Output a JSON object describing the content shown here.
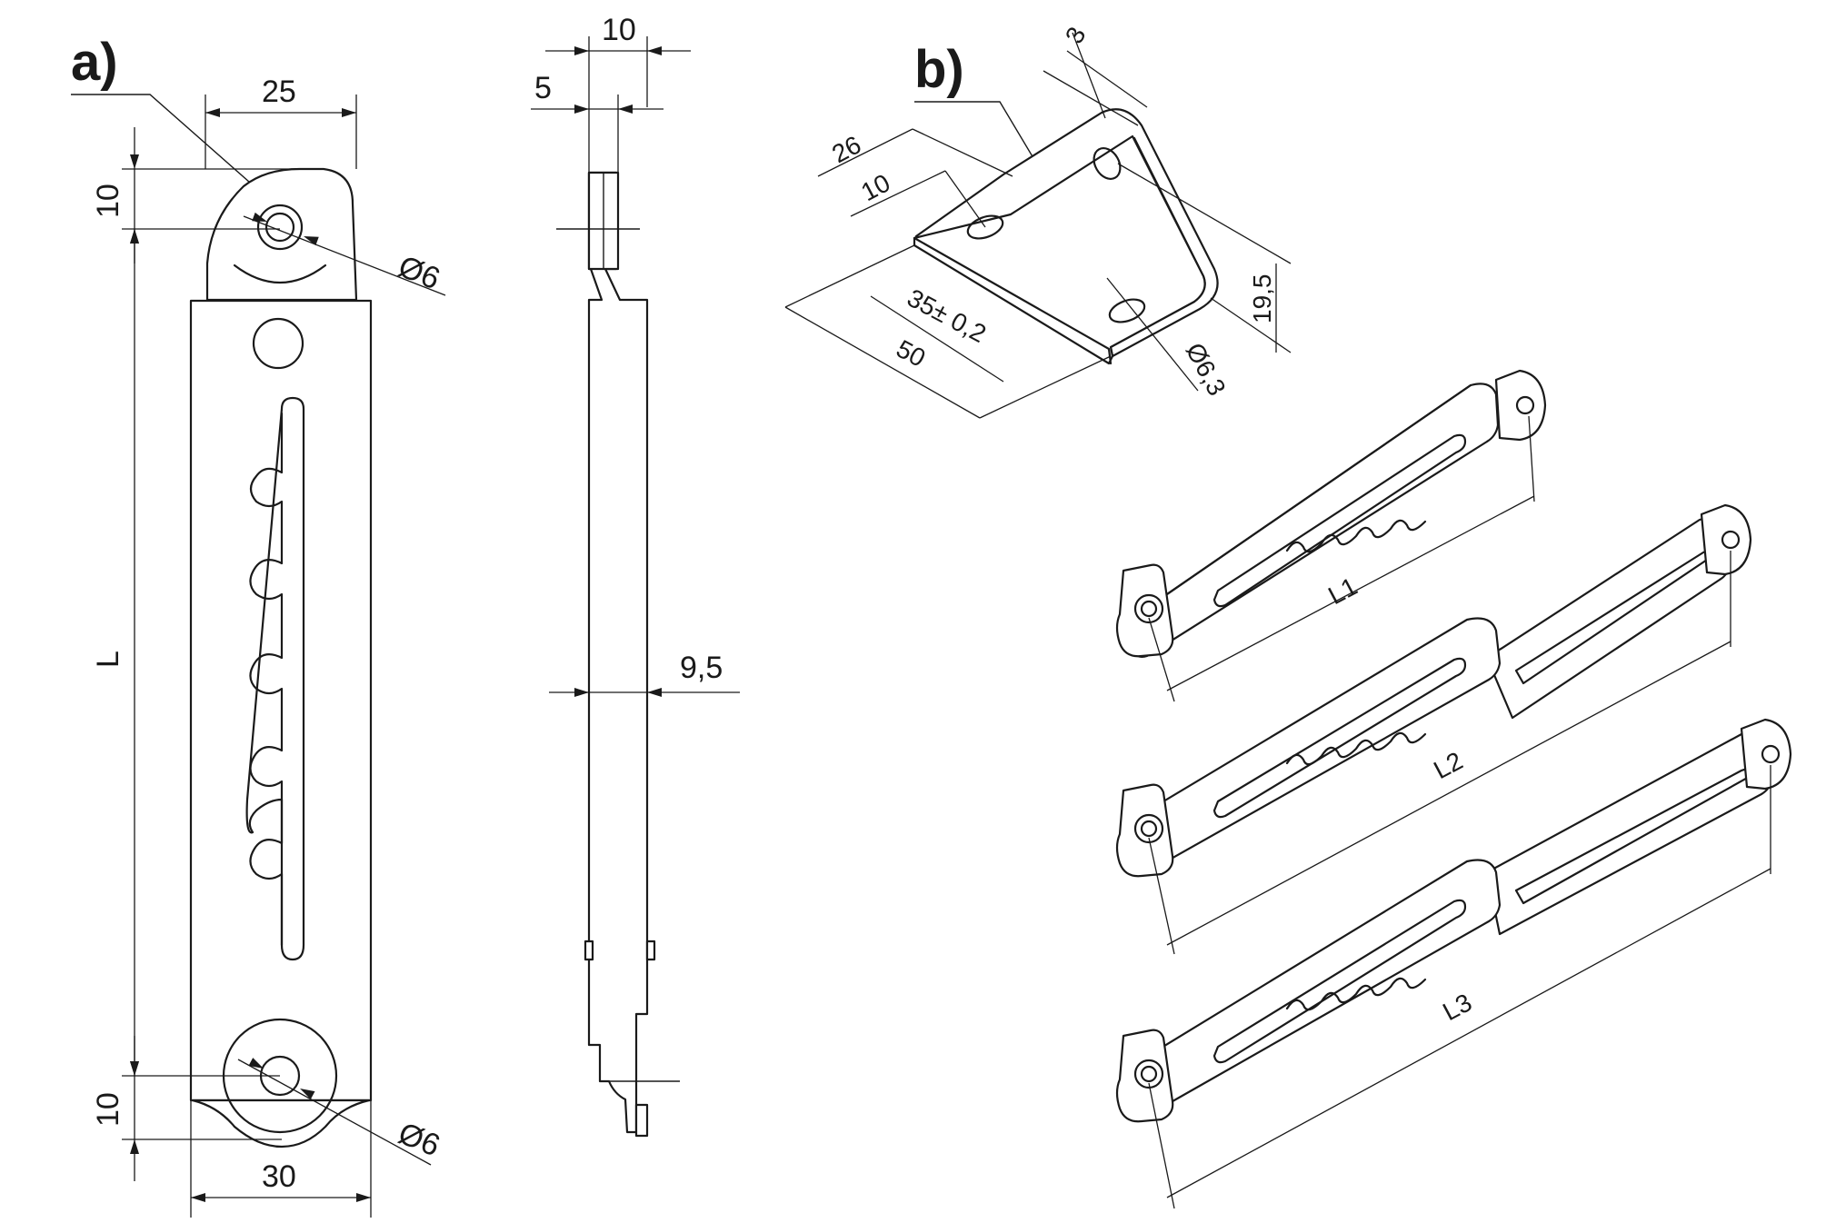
{
  "labels": {
    "a": "a)",
    "b": "b)"
  },
  "front_view": {
    "width_top": "25",
    "top_offset": "10",
    "hole_top": "Ø6",
    "length": "L",
    "bottom_offset": "10",
    "hole_bottom": "Ø6",
    "width_bottom": "30"
  },
  "side_view": {
    "total_thickness": "10",
    "flange_thickness": "5",
    "body_thickness": "9,5"
  },
  "bracket": {
    "thickness": "3",
    "dim_26": "26",
    "dim_10": "10",
    "hole_spacing": "35± 0,2",
    "length": "50",
    "height": "19,5",
    "hole": "Ø6,3"
  },
  "lengths": {
    "l1": "L1",
    "l2": "L2",
    "l3": "L3"
  }
}
